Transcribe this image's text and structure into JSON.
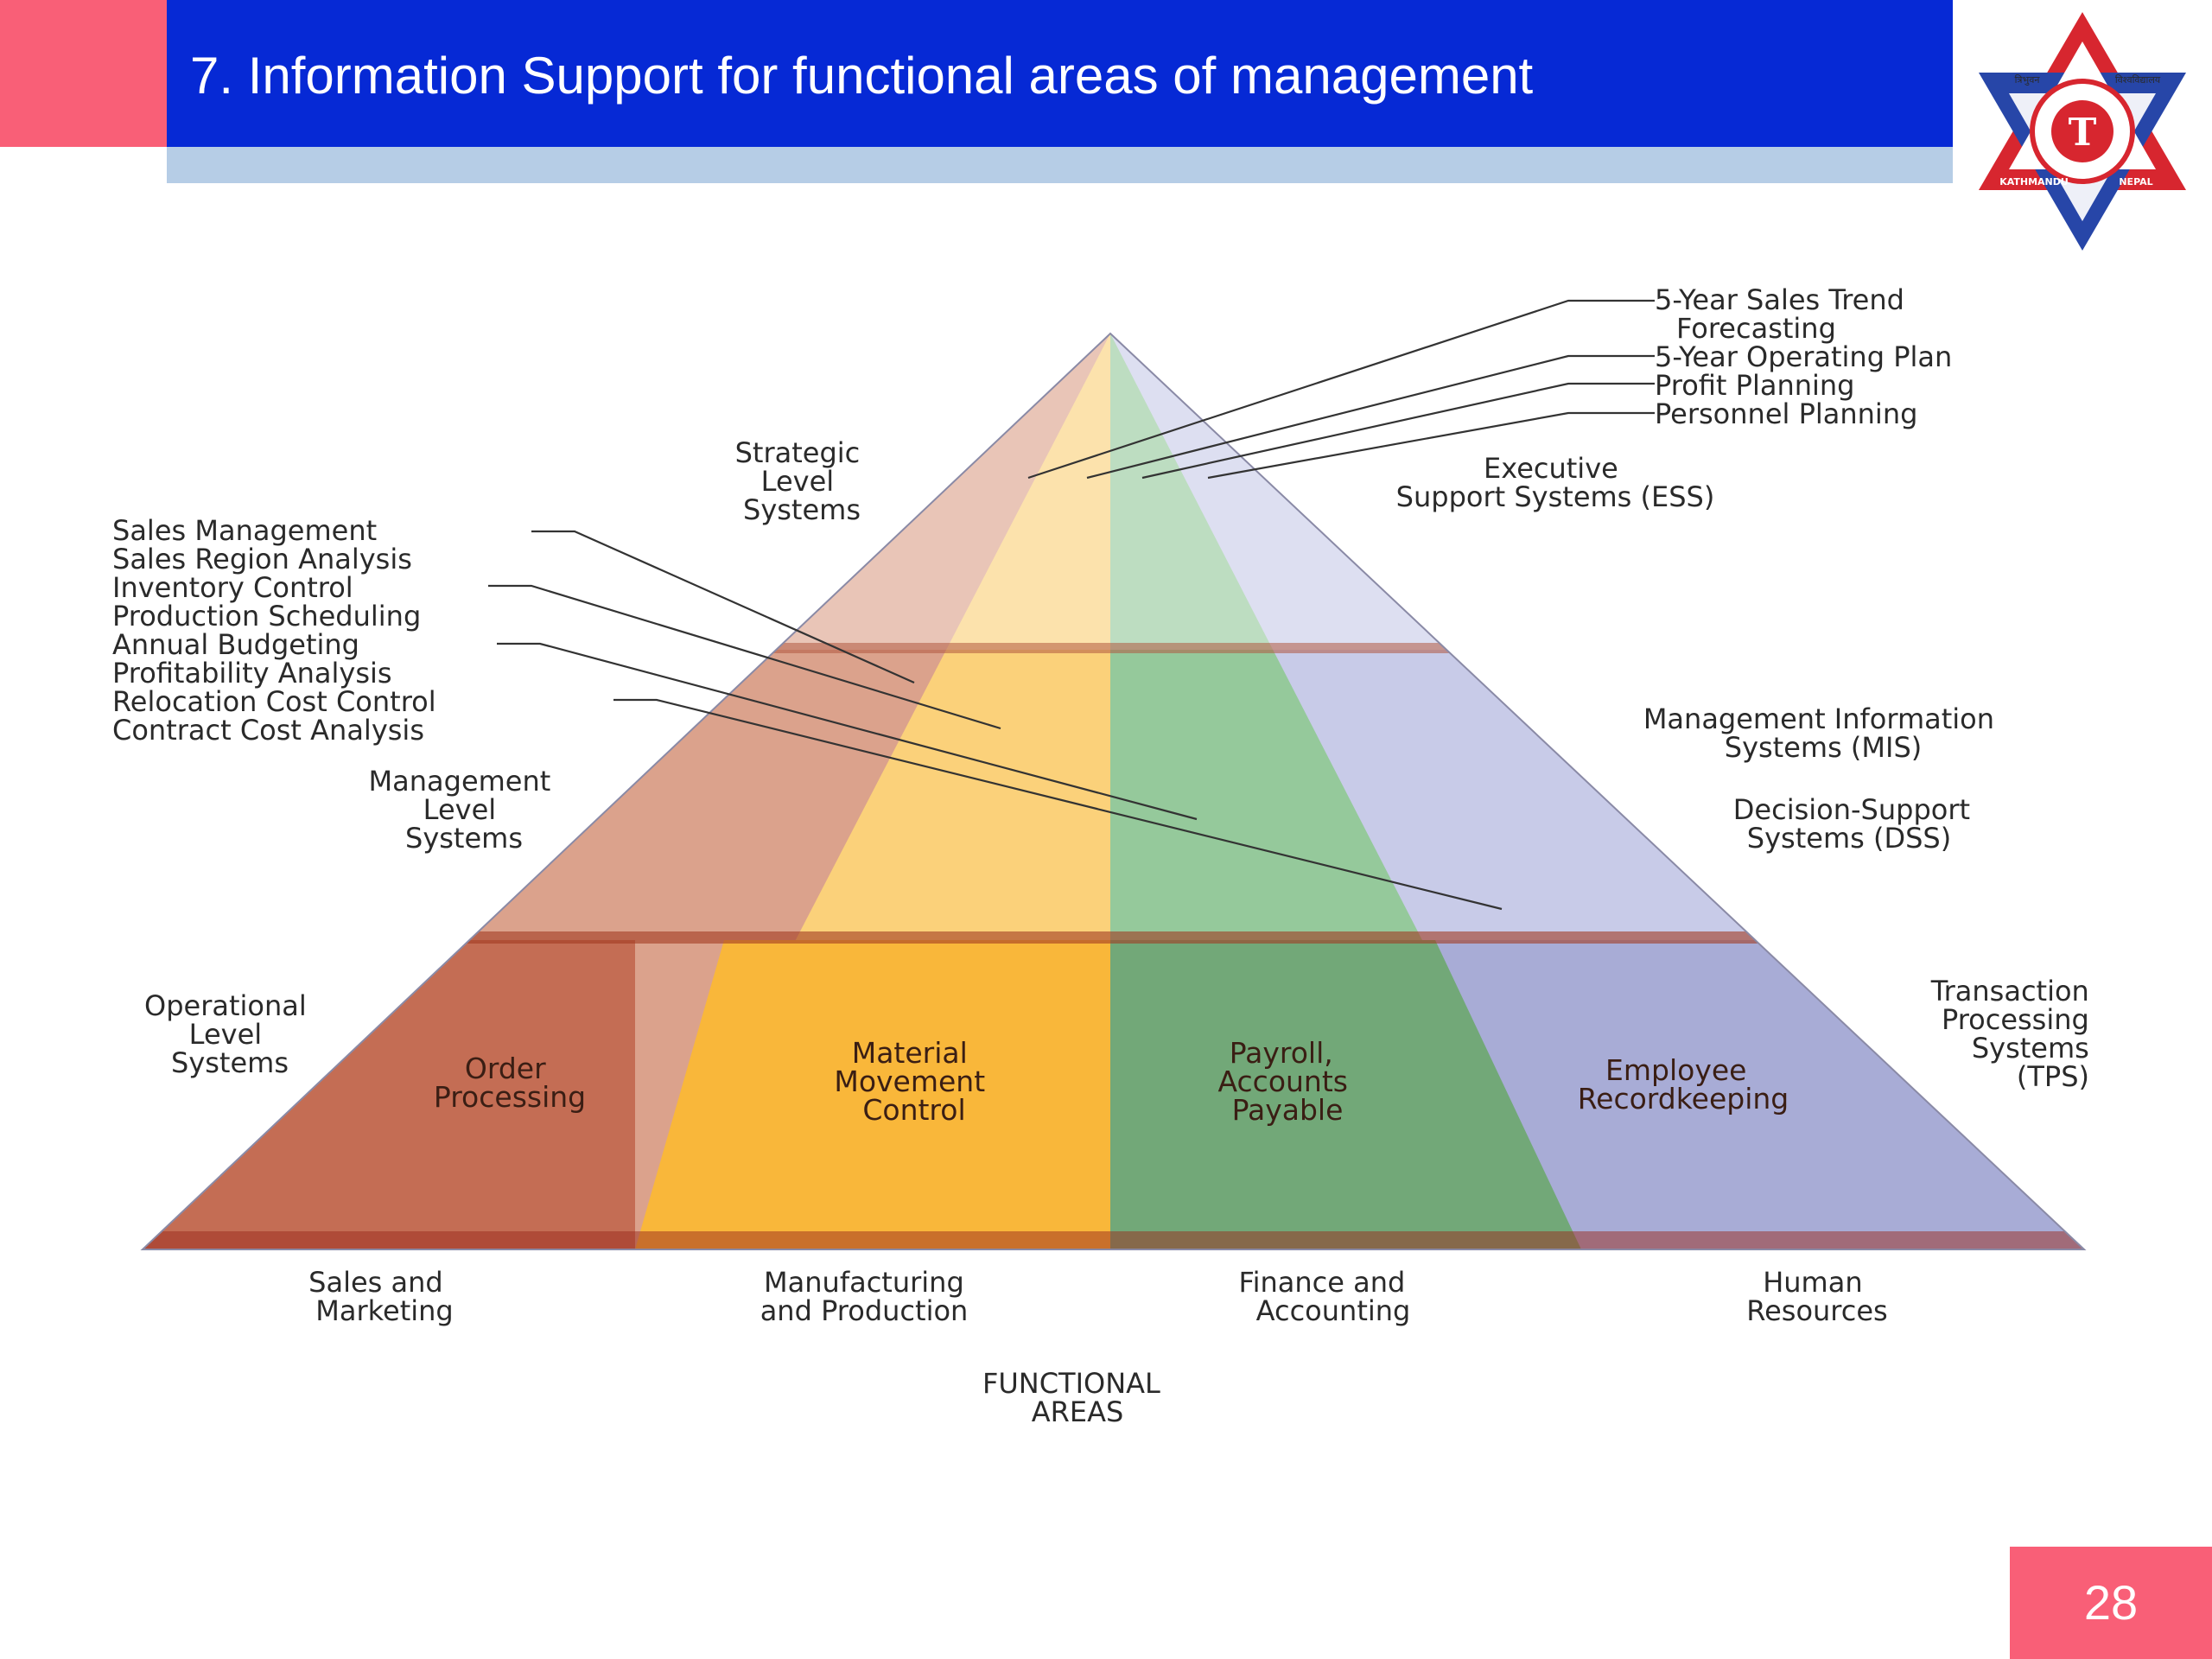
{
  "slide": {
    "title": "7. Information Support for functional areas of management",
    "page_number": "28",
    "colors": {
      "title_bar": "#0629d5",
      "accent": "#f95f77",
      "underline": "#b6cde6"
    }
  },
  "logo": {
    "name": "tribhuvan-university-seal-icon",
    "text_top_left": "त्रिभुवन",
    "text_top_right": "विश्वविद्यालय",
    "text_bottom_left": "KATHMANDU",
    "text_bottom_right": "NEPAL"
  },
  "diagram": {
    "levels": {
      "strategic": [
        "Strategic",
        "Level",
        "Systems"
      ],
      "management": [
        "Management",
        "Level",
        "Systems"
      ],
      "operational": [
        "Operational",
        "Level",
        "Systems"
      ]
    },
    "systems": {
      "ess": [
        "Executive",
        "Support Systems (ESS)"
      ],
      "mis": [
        "Management Information",
        "Systems (MIS)"
      ],
      "dss": [
        "Decision-Support",
        "Systems (DSS)"
      ],
      "tps": [
        "Transaction",
        "Processing",
        "Systems",
        "(TPS)"
      ]
    },
    "strategic_items": [
      "5-Year Sales Trend",
      "Forecasting",
      "5-Year Operating Plan",
      "Profit Planning",
      "Personnel Planning"
    ],
    "management_items": [
      "Sales Management",
      "Sales Region Analysis",
      "Inventory Control",
      "Production Scheduling",
      "Annual Budgeting",
      "Profitability Analysis",
      "Relocation Cost Control",
      "Contract Cost Analysis"
    ],
    "operational_cells": {
      "sales": [
        "Order",
        "Processing"
      ],
      "manufacturing": [
        "Material",
        "Movement",
        "Control"
      ],
      "finance": [
        "Payroll,",
        "Accounts",
        "Payable"
      ],
      "hr": [
        "Employee",
        "Recordkeeping"
      ]
    },
    "functional_areas": {
      "sales": [
        "Sales and",
        "Marketing"
      ],
      "manufacturing": [
        "Manufacturing",
        "and Production"
      ],
      "finance": [
        "Finance and",
        "Accounting"
      ],
      "hr": [
        "Human",
        "Resources"
      ]
    },
    "axis_label": [
      "FUNCTIONAL",
      "AREAS"
    ],
    "colors": {
      "sales": "#c0644a",
      "manufacturing": "#f9b73a",
      "finance": "#72a878",
      "hr": "#a8acd6"
    }
  }
}
